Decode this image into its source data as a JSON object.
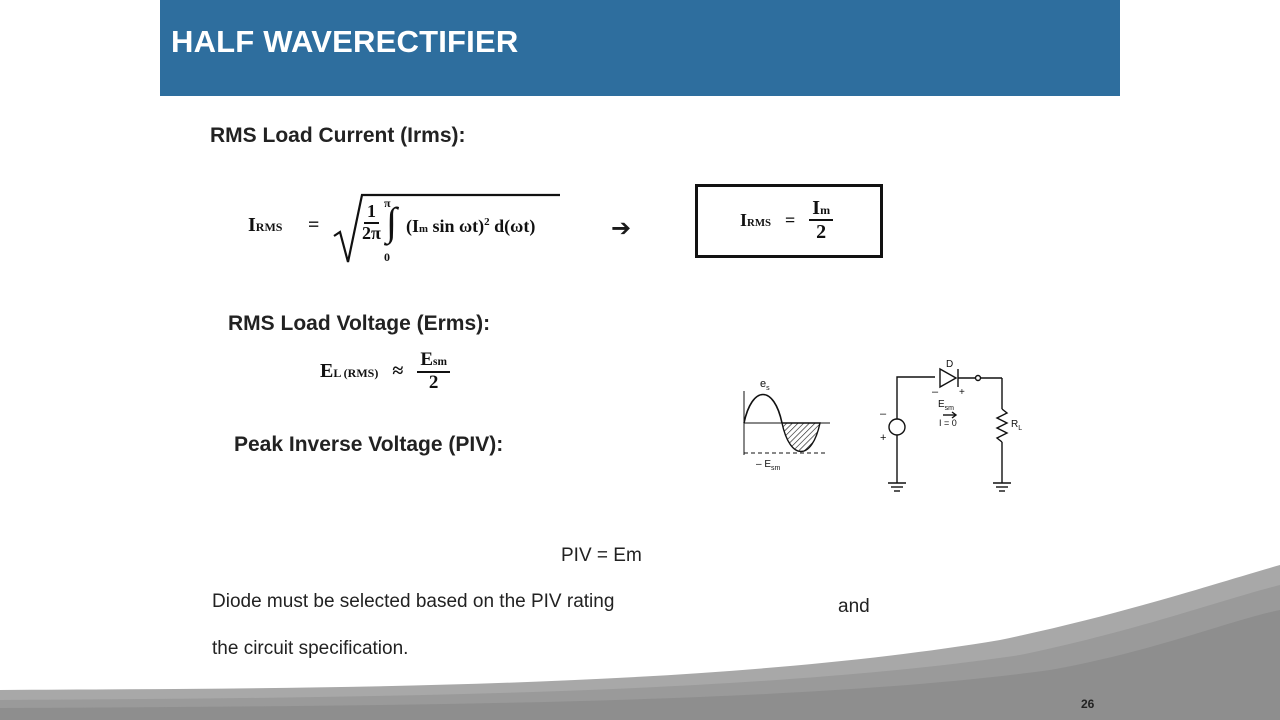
{
  "slide": {
    "title": "HALF WAVERECTIFIER",
    "page_number": "26"
  },
  "sections": {
    "irms_heading": "RMS Load Current (Irms):",
    "erms_heading": "RMS Load Voltage (Erms):",
    "piv_heading": "Peak Inverse Voltage (PIV):"
  },
  "formulas": {
    "irms_integral": {
      "lhs": "I",
      "lhs_sub": "RMS",
      "eq": "=",
      "coef_num": "1",
      "coef_den": "2π",
      "upper_limit": "π",
      "lower_limit": "0",
      "integrand": "(I",
      "integrand_sub": "m",
      "integrand_rest": "sin ωt)",
      "power": "2",
      "diff": "d(ωt)"
    },
    "arrow": "➔",
    "irms_result": {
      "lhs": "I",
      "lhs_sub": "RMS",
      "eq": "=",
      "num": "I",
      "num_sub": "m",
      "den": "2"
    },
    "erms": {
      "lhs": "E",
      "lhs_sub": "L (RMS)",
      "approx": "≈",
      "num": "E",
      "num_sub": "sm",
      "den": "2"
    }
  },
  "diagram": {
    "waveform_label": "e",
    "waveform_label_sub": "s",
    "neg_peak_label": "– E",
    "neg_peak_label_sub": "sm",
    "diode_label": "D",
    "esm_label": "E",
    "esm_label_sub": "sm",
    "current_label": "I = 0",
    "load_label": "R",
    "load_label_sub": "L",
    "minus_sign": "–",
    "plus_sign": "+"
  },
  "body": {
    "piv_equation": "PIV = Em",
    "line1": "Diode must be selected based on the PIV rating",
    "line1_and": "and",
    "line2": "the circuit specification."
  },
  "colors": {
    "title_bar": "#2e6e9e",
    "title_text": "#ffffff",
    "swoosh": "#9a9a9a"
  }
}
